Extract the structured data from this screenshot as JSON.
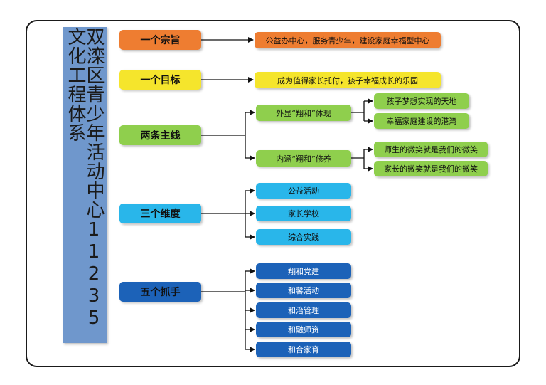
{
  "title": "双滦区青少年活动中心11235文化工程体系",
  "sections": {
    "purpose": {
      "label": "一个宗旨",
      "item": "公益办中心，服务青少年，建设家庭幸福型中心"
    },
    "goal": {
      "label": "一个目标",
      "item": "成为值得家长托付，孩子幸福成长的乐园"
    },
    "mainlines": {
      "label": "两条主线",
      "outer": {
        "label": "外显“翔和”体现",
        "items": [
          "孩子梦想实现的天地",
          "幸福家庭建设的港湾"
        ]
      },
      "inner": {
        "label": "内涵“翔和”修养",
        "items": [
          "师生的微笑就是我们的微笑",
          "家长的微笑就是我们的微笑"
        ]
      }
    },
    "dimensions": {
      "label": "三个维度",
      "items": [
        "公益活动",
        "家长学校",
        "综合实践"
      ]
    },
    "levers": {
      "label": "五个抓手",
      "items": [
        "翔和党建",
        "和馨活动",
        "和治管理",
        "和融师资",
        "和合家育"
      ]
    }
  },
  "colors": {
    "purpose": "#ee7d31",
    "goal": "#f5e52c",
    "mainlines": "#8fcf4d",
    "dimensions": "#29b6ea",
    "levers": "#1c62b8",
    "title_panel": "#6f97cc"
  }
}
